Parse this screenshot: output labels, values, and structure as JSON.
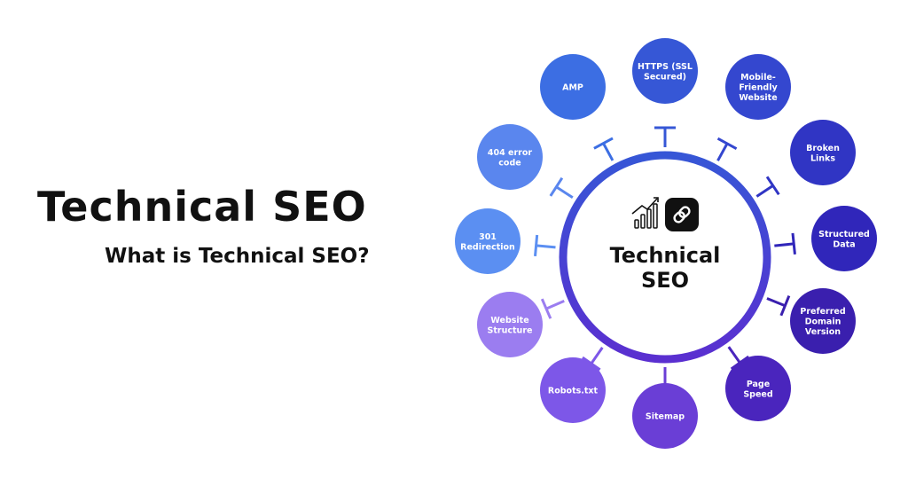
{
  "header": {
    "title": "Technical SEO",
    "subtitle": "What is Technical SEO?"
  },
  "center": {
    "lines": [
      "Technical",
      "SEO"
    ],
    "icons": [
      "growth-chart-icon",
      "link-icon"
    ]
  },
  "nodes": [
    {
      "id": "https",
      "lines": [
        "HTTPS (SSL",
        "Secured)"
      ],
      "color": "#3657d6"
    },
    {
      "id": "mobile-friendly",
      "lines": [
        "Mobile-",
        "Friendly",
        "Website"
      ],
      "color": "#3447cf"
    },
    {
      "id": "broken-links",
      "lines": [
        "Broken",
        "Links"
      ],
      "color": "#3035c4"
    },
    {
      "id": "structured-data",
      "lines": [
        "Structured",
        "Data"
      ],
      "color": "#3026ba"
    },
    {
      "id": "preferred-domain",
      "lines": [
        "Preferred",
        "Domain",
        "Version"
      ],
      "color": "#3a1fae"
    },
    {
      "id": "page-speed",
      "lines": [
        "Page",
        "Speed"
      ],
      "color": "#4a25bd"
    },
    {
      "id": "sitemap",
      "lines": [
        "Sitemap"
      ],
      "color": "#6a3ed6"
    },
    {
      "id": "robots",
      "lines": [
        "Robots.txt"
      ],
      "color": "#7d57e8"
    },
    {
      "id": "website-structure",
      "lines": [
        "Website",
        "Structure"
      ],
      "color": "#9b7df0"
    },
    {
      "id": "301-redirection",
      "lines": [
        "301",
        "Redirection"
      ],
      "color": "#5b8ff2"
    },
    {
      "id": "404-error",
      "lines": [
        "404 error",
        "code"
      ],
      "color": "#5a86ee"
    },
    {
      "id": "amp",
      "lines": [
        "AMP"
      ],
      "color": "#3c6ee3"
    }
  ],
  "colors": {
    "ring_top": "#3656d6",
    "ring_bottom": "#5a2fd0",
    "text_dark": "#111111"
  }
}
